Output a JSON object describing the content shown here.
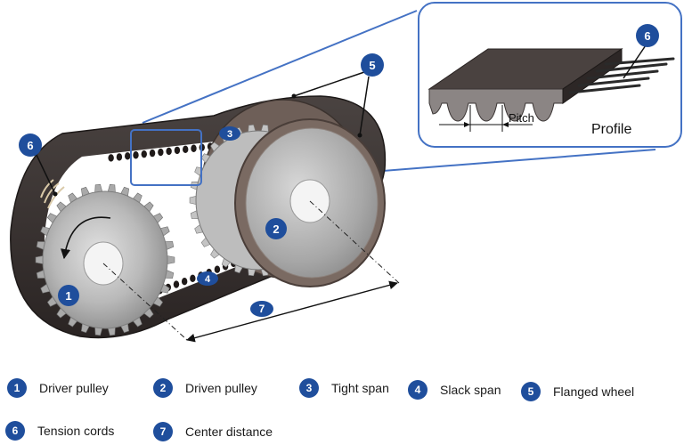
{
  "callouts": {
    "c1": "1",
    "c2": "2",
    "c3": "3",
    "c4": "4",
    "c5": "5",
    "c6": "6",
    "c7": "7",
    "c6_inset": "6"
  },
  "inset": {
    "pitch_label": "Pitch",
    "profile_label": "Profile"
  },
  "legend": [
    {
      "num": "1",
      "label": "Driver pulley"
    },
    {
      "num": "2",
      "label": "Driven pulley"
    },
    {
      "num": "3",
      "label": "Tight span"
    },
    {
      "num": "4",
      "label": "Slack span"
    },
    {
      "num": "5",
      "label": "Flanged wheel"
    },
    {
      "num": "6",
      "label": "Tension cords"
    },
    {
      "num": "7",
      "label": "Center distance"
    }
  ],
  "colors": {
    "belt": "#3b3533",
    "belt_dark": "#241f1e",
    "pulley": "#9e9e9e",
    "flange": "#7a6a62",
    "accent_blue": "#1f4e9c",
    "inset_border": "#4472c4"
  }
}
